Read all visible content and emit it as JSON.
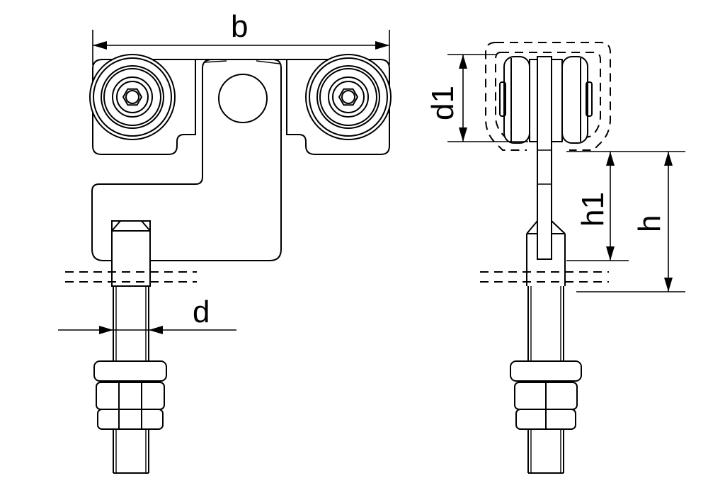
{
  "labels": {
    "b": "b",
    "d": "d",
    "d1": "d1",
    "h1": "h1",
    "h": "h"
  },
  "colors": {
    "line": "#000000",
    "background": "#ffffff"
  }
}
